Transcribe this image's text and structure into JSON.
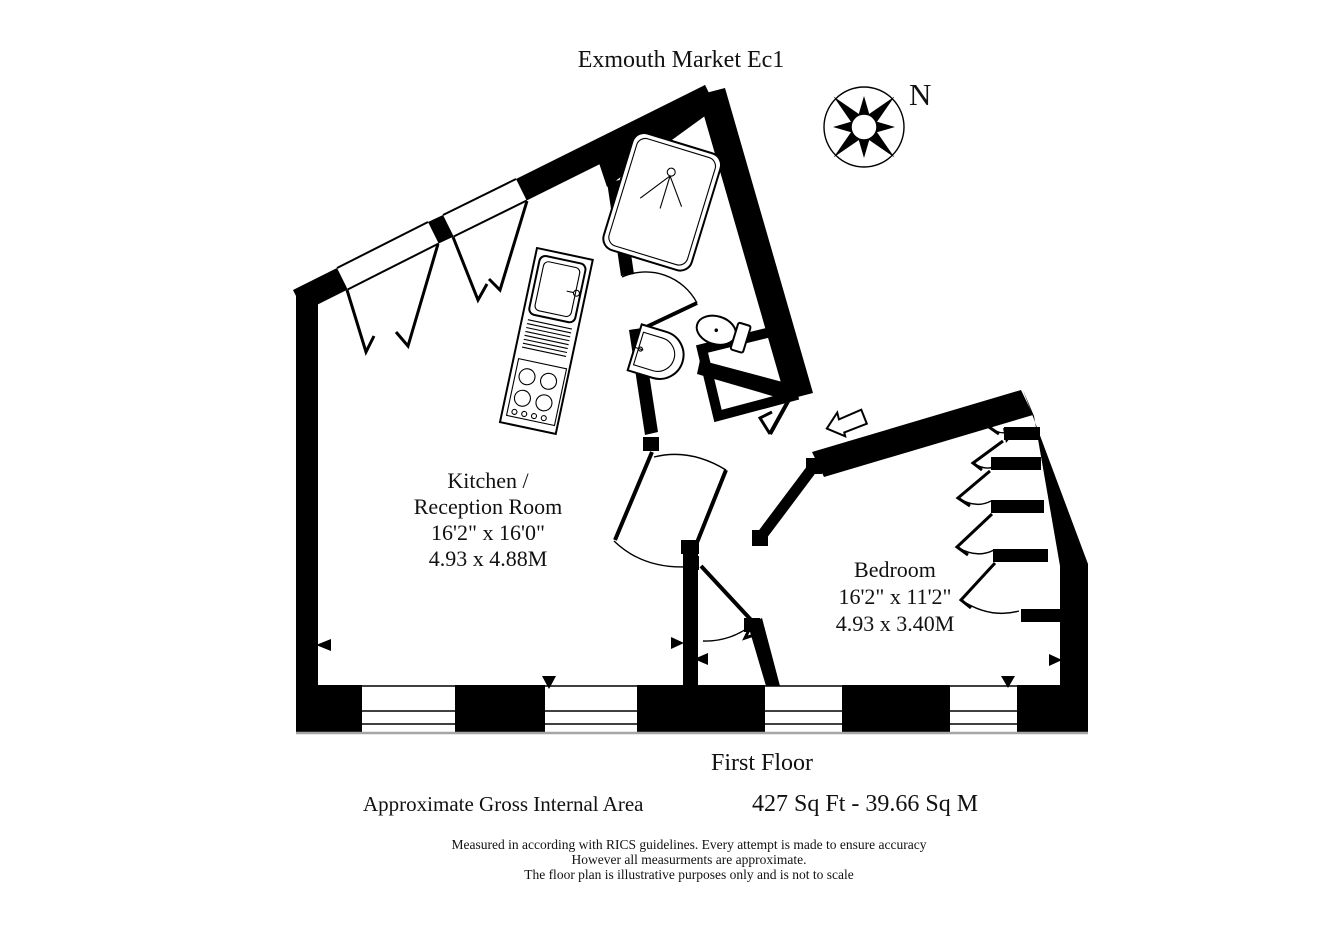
{
  "title": "Exmouth Market Ec1",
  "compass": {
    "north_label": "N"
  },
  "rooms": {
    "kitchen_reception": {
      "lines": [
        "Kitchen /",
        "Reception Room",
        "16'2\" x 16'0\"",
        "4.93 x 4.88M"
      ]
    },
    "bedroom": {
      "lines": [
        "Bedroom",
        "16'2\" x 11'2\"",
        "4.93 x 3.40M"
      ]
    }
  },
  "fixtures": [
    "shower-tray",
    "toilet",
    "wash-basin",
    "kitchen-sink-drainer",
    "four-ring-hob",
    "built-in-wardrobes",
    "entrance-arrow"
  ],
  "footer": {
    "floor_label": "First Floor",
    "area_label": "Approximate Gross Internal Area",
    "area_value": "427 Sq Ft - 39.66 Sq M",
    "disclaimer": [
      "Measured in according with RICS guidelines. Every attempt is made to ensure accuracy",
      "However all measurments are approximate.",
      "The floor plan is illustrative purposes only and is not to scale"
    ]
  },
  "colors": {
    "wall": "#000000",
    "background": "#ffffff",
    "baseline": "#a6a6a6"
  }
}
